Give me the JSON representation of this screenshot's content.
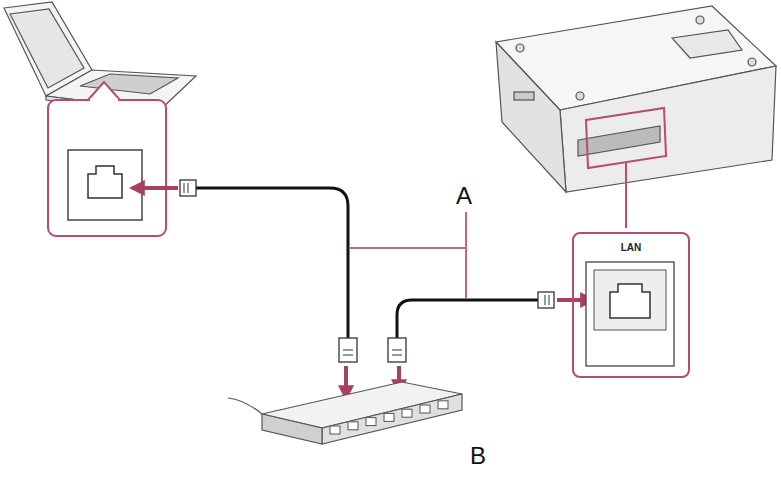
{
  "diagram": {
    "nodes": [
      {
        "text": [
          "LAN"
        ]
      }
    ],
    "labels": [
      "A",
      "B"
    ]
  }
}
